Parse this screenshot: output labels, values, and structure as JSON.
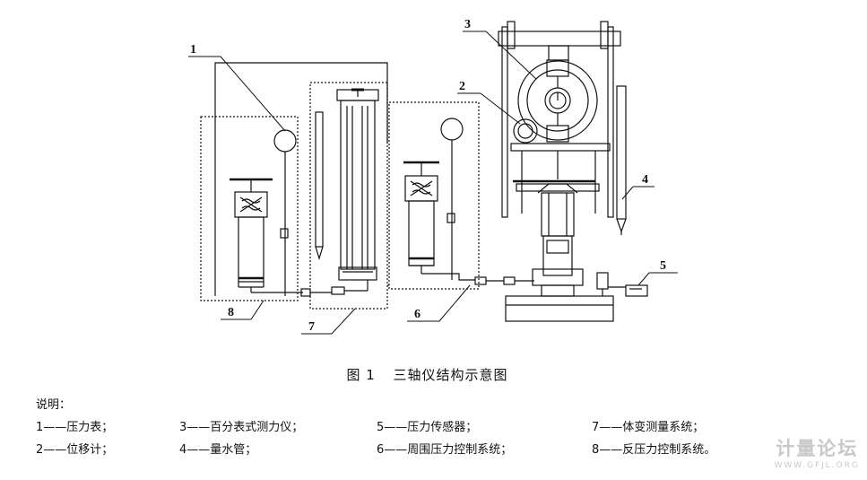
{
  "figure": {
    "callouts": [
      "1",
      "2",
      "3",
      "4",
      "5",
      "6",
      "7",
      "8"
    ],
    "caption_number": "图 1",
    "caption_text": "三轴仪结构示意图"
  },
  "legend": {
    "title": "说明：",
    "items": [
      "1——压力表；",
      "2——位移计；",
      "3——百分表式测力仪；",
      "4——量水管；",
      "5——压力传感器；",
      "6——周围压力控制系统；",
      "7——体变测量系统；",
      "8——反压力控制系统。"
    ]
  },
  "watermark": {
    "text": "计量论坛",
    "url": "WWW.GFJL.ORG"
  }
}
